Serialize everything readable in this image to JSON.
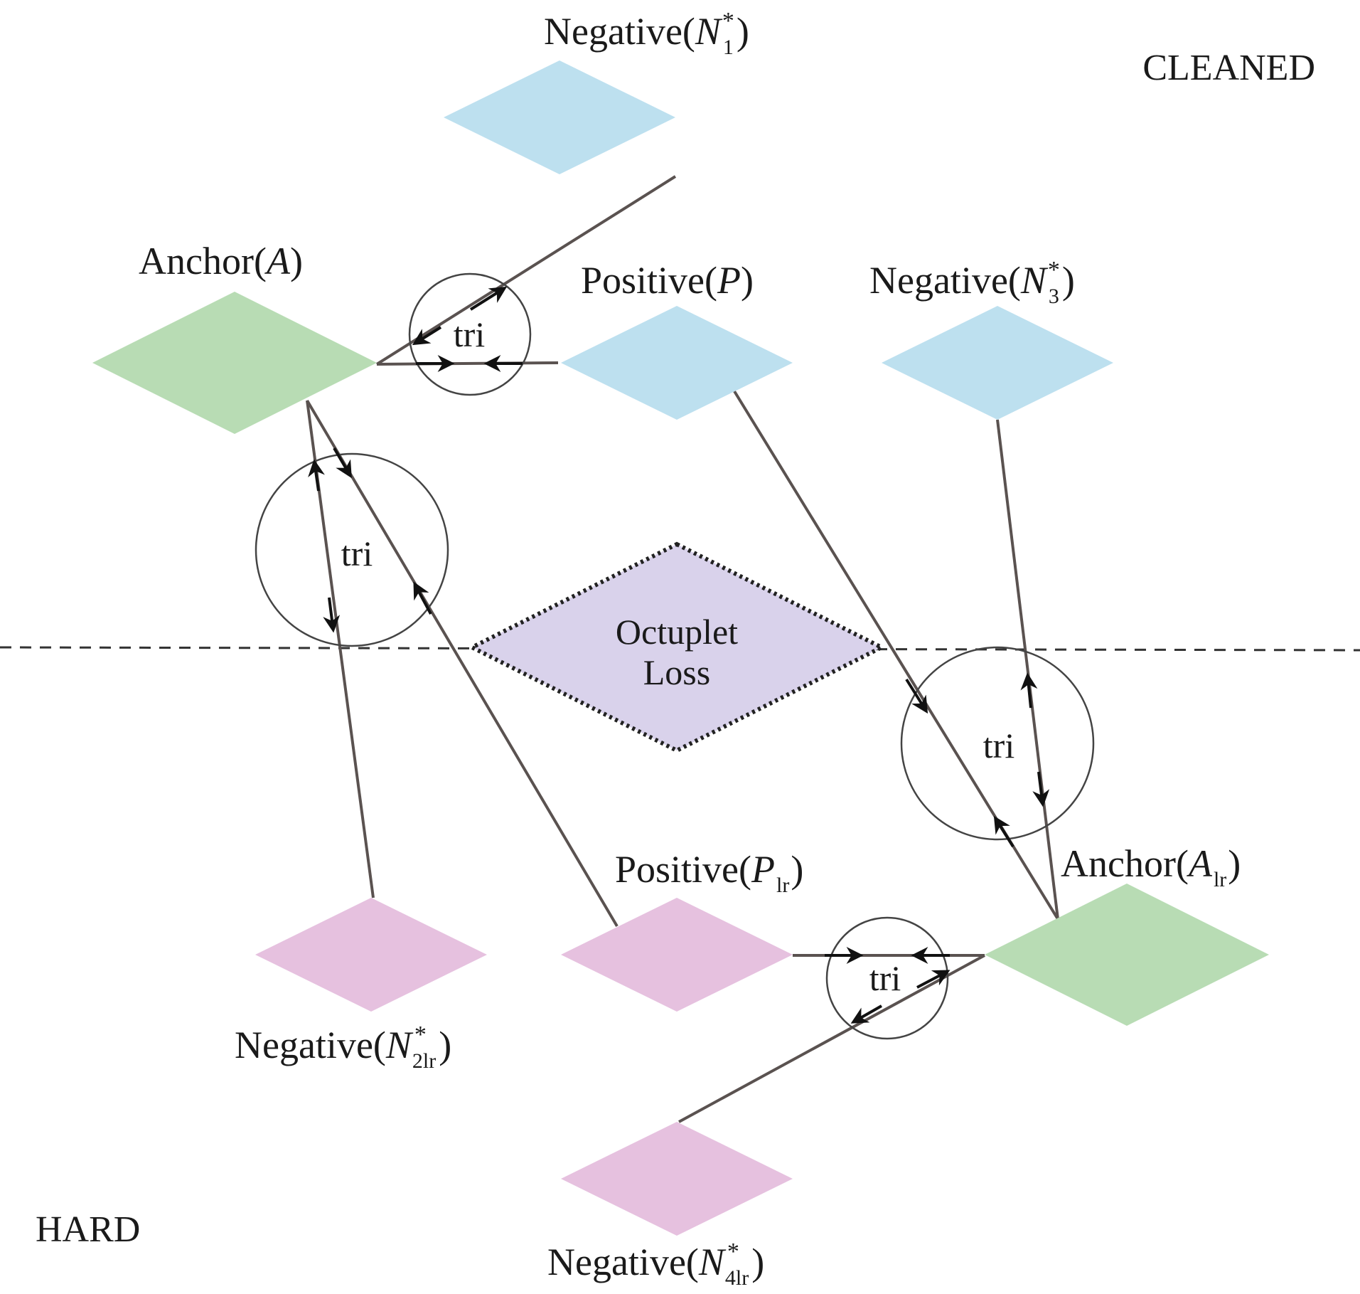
{
  "regions": {
    "top": "CLEANED",
    "bottom": "HARD"
  },
  "center": {
    "line1": "Octuplet",
    "line2": "Loss"
  },
  "tri_label": "tri",
  "nodes": {
    "n1": {
      "prefix": "Negative(",
      "var": "N",
      "sub": "1",
      "sup": "*",
      "suffix": ")"
    },
    "a": {
      "prefix": "Anchor(",
      "var": "A",
      "sub": "",
      "sup": "",
      "suffix": ")"
    },
    "p": {
      "prefix": "Positive(",
      "var": "P",
      "sub": "",
      "sup": "",
      "suffix": ")"
    },
    "n3": {
      "prefix": "Negative(",
      "var": "N",
      "sub": "3",
      "sup": "*",
      "suffix": ")"
    },
    "plr": {
      "prefix": "Positive(",
      "var": "P",
      "sub": "lr",
      "sup": "",
      "suffix": ")"
    },
    "alr": {
      "prefix": "Anchor(",
      "var": "A",
      "sub": "lr",
      "sup": "",
      "suffix": ")"
    },
    "n2lr": {
      "prefix": "Negative(",
      "var": "N",
      "sub": "2lr",
      "sup": "*",
      "suffix": ")"
    },
    "n4lr": {
      "prefix": "Negative(",
      "var": "N",
      "sub": "4lr",
      "sup": "*",
      "suffix": ")"
    }
  },
  "colors": {
    "clean_negative": "#bde0ef",
    "anchor": "#b8dcb4",
    "hard_negative": "#e6c1df",
    "loss": "#d9d2eb",
    "line": "#5a5250"
  }
}
